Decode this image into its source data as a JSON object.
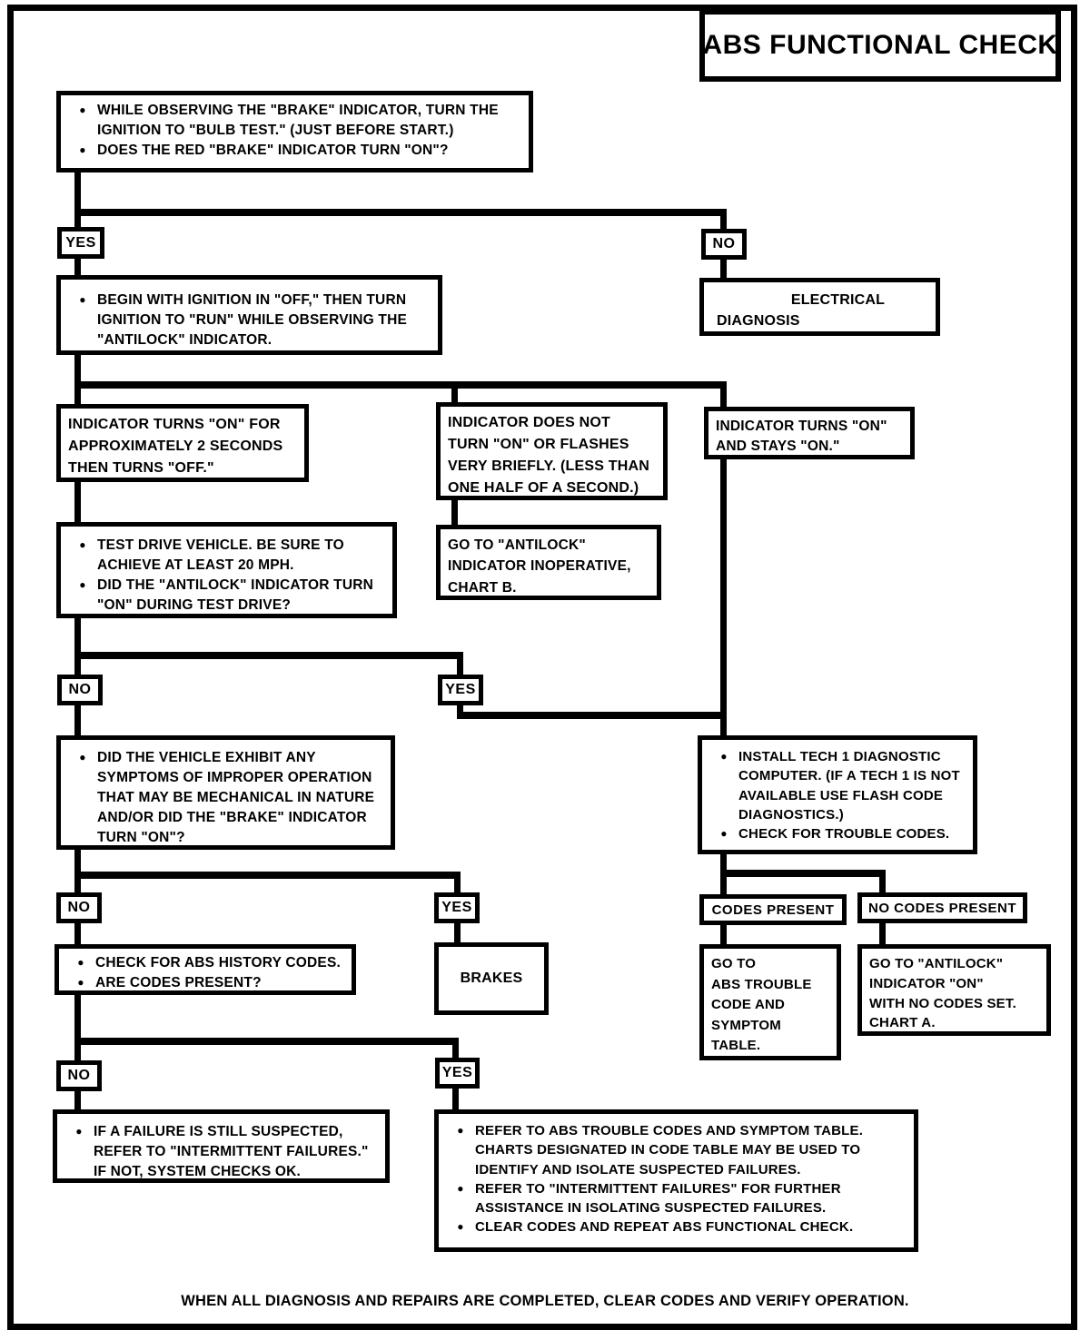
{
  "title": "ABS FUNCTIONAL CHECK",
  "footer": "WHEN ALL DIAGNOSIS AND REPAIRS ARE COMPLETED, CLEAR CODES AND VERIFY OPERATION.",
  "colors": {
    "ink": "#000000",
    "paper": "#ffffff"
  },
  "icons": {
    "bullet_glyph": "●"
  },
  "decisions": {
    "yes": "YES",
    "no": "NO",
    "codes_present": "CODES PRESENT",
    "no_codes_present": "NO CODES PRESENT"
  },
  "nodes": {
    "start": {
      "bullets": [
        "WHILE OBSERVING THE \"BRAKE\" INDICATOR, TURN THE IGNITION TO \"BULB TEST.\" (JUST BEFORE START.)",
        "DOES THE RED \"BRAKE\" INDICATOR TURN \"ON\"?"
      ]
    },
    "begin_run": {
      "bullets": [
        "BEGIN WITH IGNITION IN \"OFF,\" THEN TURN IGNITION TO \"RUN\" WHILE OBSERVING THE \"ANTILOCK\" INDICATOR."
      ]
    },
    "electrical": {
      "line1": "ELECTRICAL",
      "line2": "DIAGNOSIS"
    },
    "indicator_2s": {
      "text": "INDICATOR TURNS \"ON\" FOR\nAPPROXIMATELY 2 SECONDS\nTHEN TURNS \"OFF.\""
    },
    "indicator_not_on": {
      "text": "INDICATOR DOES NOT\nTURN \"ON\" OR FLASHES\nVERY BRIEFLY. (LESS THAN\nONE HALF OF A SECOND.)"
    },
    "indicator_stays_on": {
      "text": "INDICATOR TURNS \"ON\"\nAND STAYS \"ON.\""
    },
    "test_drive": {
      "bullets": [
        "TEST DRIVE VEHICLE. BE SURE TO ACHIEVE AT LEAST 20 MPH.",
        "DID THE \"ANTILOCK\" INDICATOR TURN \"ON\" DURING TEST DRIVE?"
      ]
    },
    "chart_b": {
      "text": "GO TO \"ANTILOCK\"\nINDICATOR  INOPERATIVE,\nCHART B."
    },
    "vehicle_symptoms": {
      "bullets": [
        "DID THE VEHICLE EXHIBIT ANY SYMPTOMS OF IMPROPER OPERATION THAT MAY BE MECHANICAL IN NATURE AND/OR DID THE \"BRAKE\" INDICATOR TURN \"ON\"?"
      ]
    },
    "install_tech1": {
      "bullets": [
        "INSTALL TECH 1 DIAGNOSTIC COMPUTER. (IF A TECH 1 IS NOT AVAILABLE USE FLASH CODE DIAGNOSTICS.)",
        "CHECK FOR TROUBLE CODES."
      ]
    },
    "history_codes": {
      "bullets": [
        "CHECK FOR ABS HISTORY CODES.",
        "ARE CODES PRESENT?"
      ]
    },
    "brakes": {
      "text": "BRAKES"
    },
    "trouble_code_table": {
      "text": "GO TO\nABS TROUBLE\nCODE AND\nSYMPTOM\nTABLE."
    },
    "chart_a": {
      "text": "GO TO \"ANTILOCK\"\nINDICATOR \"ON\"\nWITH NO CODES SET.\nCHART A."
    },
    "intermittent": {
      "bullets": [
        "IF A FAILURE IS STILL SUSPECTED, REFER TO \"INTERMITTENT FAILURES.\" IF NOT, SYSTEM CHECKS OK."
      ]
    },
    "refer_table": {
      "bullets": [
        "REFER TO ABS TROUBLE CODES AND SYMPTOM TABLE. CHARTS DESIGNATED IN CODE TABLE MAY BE USED TO IDENTIFY AND ISOLATE SUSPECTED FAILURES.",
        "REFER TO \"INTERMITTENT FAILURES\" FOR FURTHER ASSISTANCE IN ISOLATING SUSPECTED FAILURES.",
        "CLEAR CODES AND REPEAT ABS FUNCTIONAL CHECK."
      ]
    }
  }
}
